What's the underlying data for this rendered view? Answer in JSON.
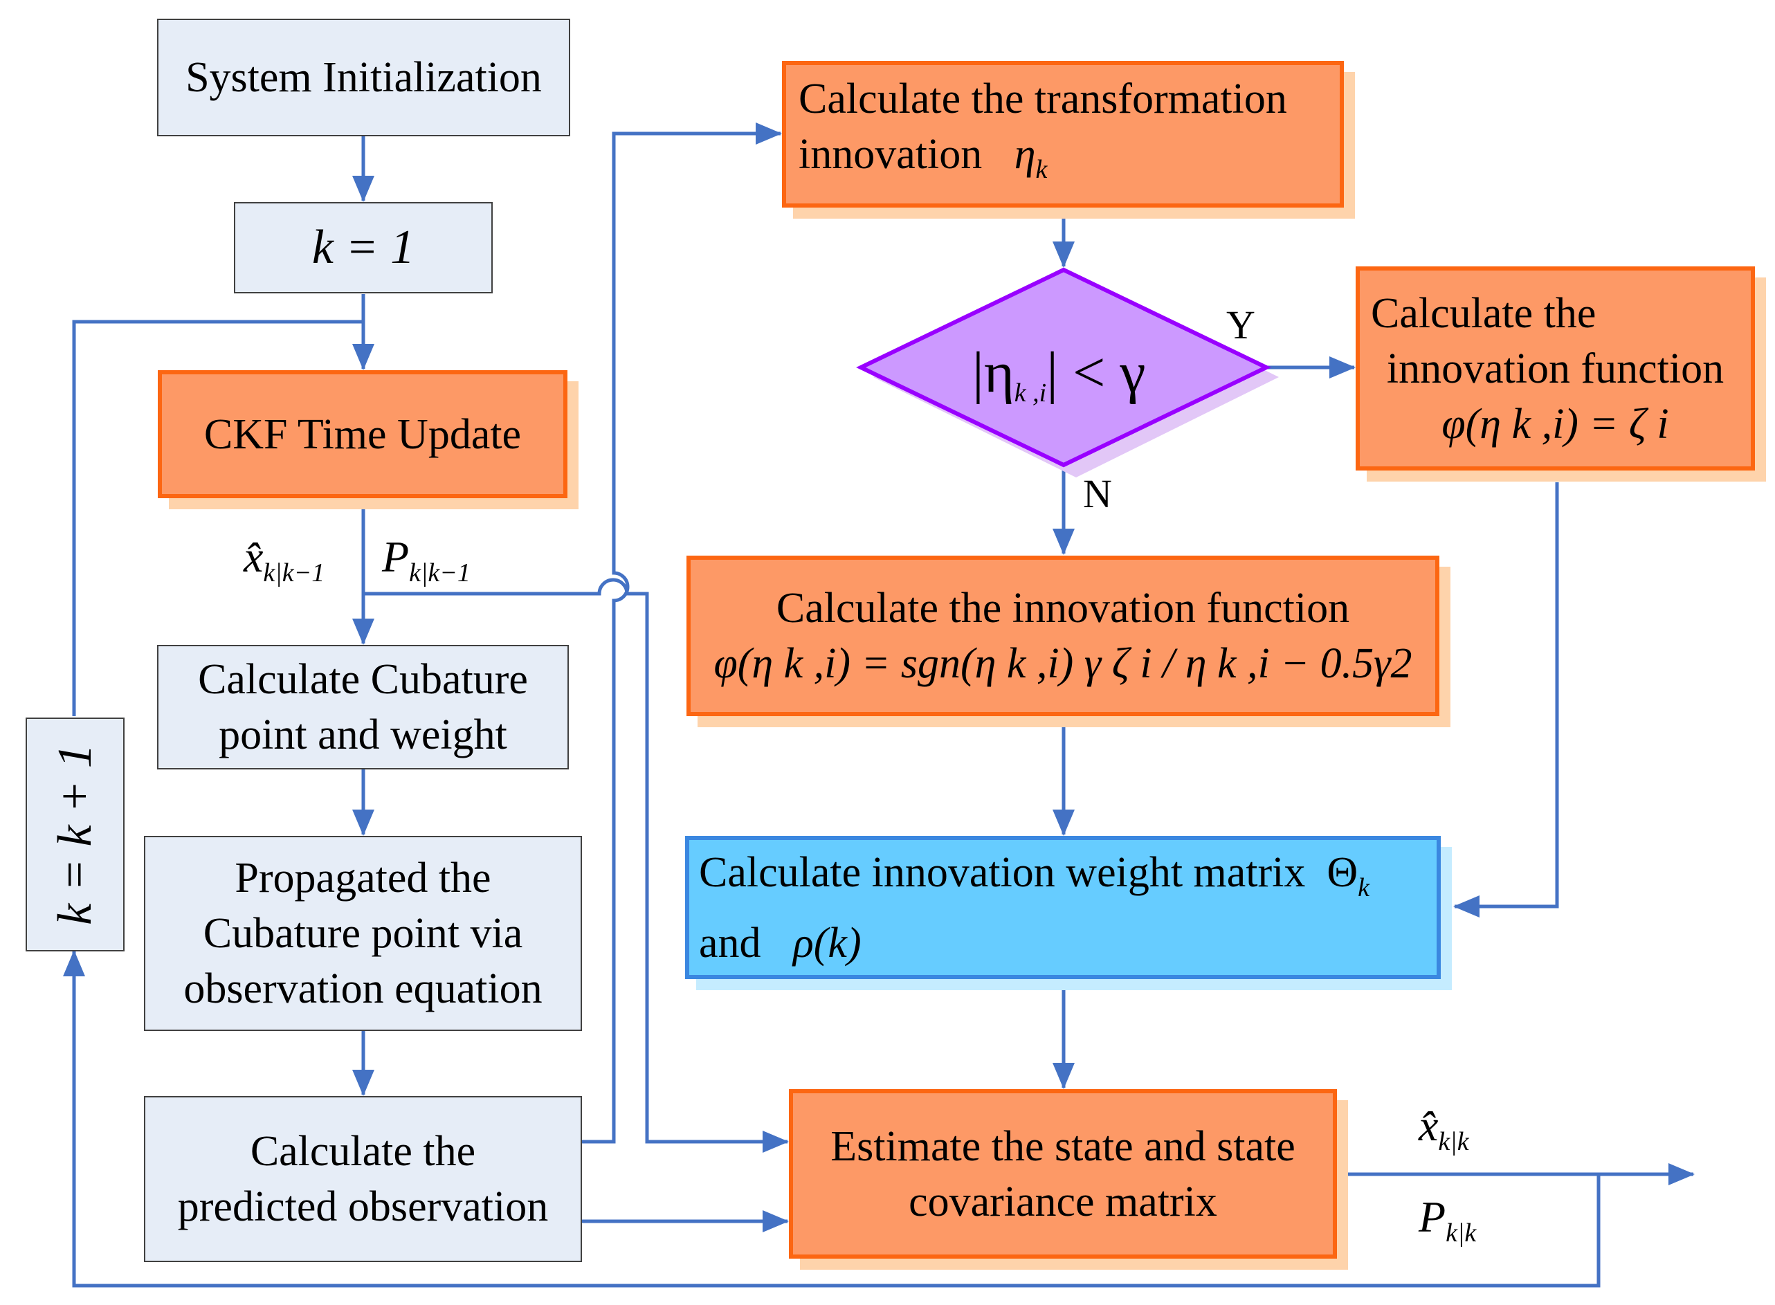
{
  "nodes": {
    "init": [
      "System Initialization"
    ],
    "k_init": [
      "k = 1"
    ],
    "ckf_time_update": [
      "CKF Time Update"
    ],
    "cubature_points": [
      "Calculate Cubature",
      "point  and weight"
    ],
    "propagate": [
      "Propagated the",
      "Cubature point via",
      "observation equation"
    ],
    "predicted_obs": [
      "Calculate the",
      "predicted observation"
    ],
    "k_increment": [
      "k = k + 1"
    ],
    "transform_innovation": [
      "Calculate the transformation",
      "innovation"
    ],
    "transform_innovation_symbol": "η",
    "transform_innovation_sub": "k",
    "decision_left": "|η",
    "decision_sub": "k ,i",
    "decision_right": "| < γ",
    "innovation_fn_yes": [
      "Calculate the",
      "innovation function"
    ],
    "innovation_fn_yes_formula": "φ(η k ,i) = ζ i",
    "innovation_fn_no_title": "Calculate the innovation function",
    "innovation_fn_no_formula": "φ(η k ,i) = sgn(η k ,i) γ ζ i / η k ,i − 0.5γ2",
    "weight_matrix_line1": "Calculate innovation weight matrix",
    "weight_matrix_symbol": "Θ",
    "weight_matrix_symbol_sub": "k",
    "weight_matrix_line2": "and",
    "weight_matrix_rho": "ρ(k)",
    "estimate": [
      "Estimate the state and state",
      "covariance matrix"
    ]
  },
  "edge_labels": {
    "yes": "Y",
    "no": "N",
    "x_pred": "x̂",
    "x_pred_sub": "k|k−1",
    "p_pred": "P",
    "p_pred_sub": "k|k−1",
    "x_out": "x̂",
    "x_out_sub": "k|k",
    "p_out": "P",
    "p_out_sub": "k|k"
  },
  "colors": {
    "arrow": "#4472c4",
    "process_fill": "#e6edf7",
    "highlight_fill": "#fd9966",
    "highlight_border": "#fc6612",
    "decision_fill": "#cc99ff",
    "decision_border": "#9900ff",
    "weight_fill": "#66ccff"
  }
}
